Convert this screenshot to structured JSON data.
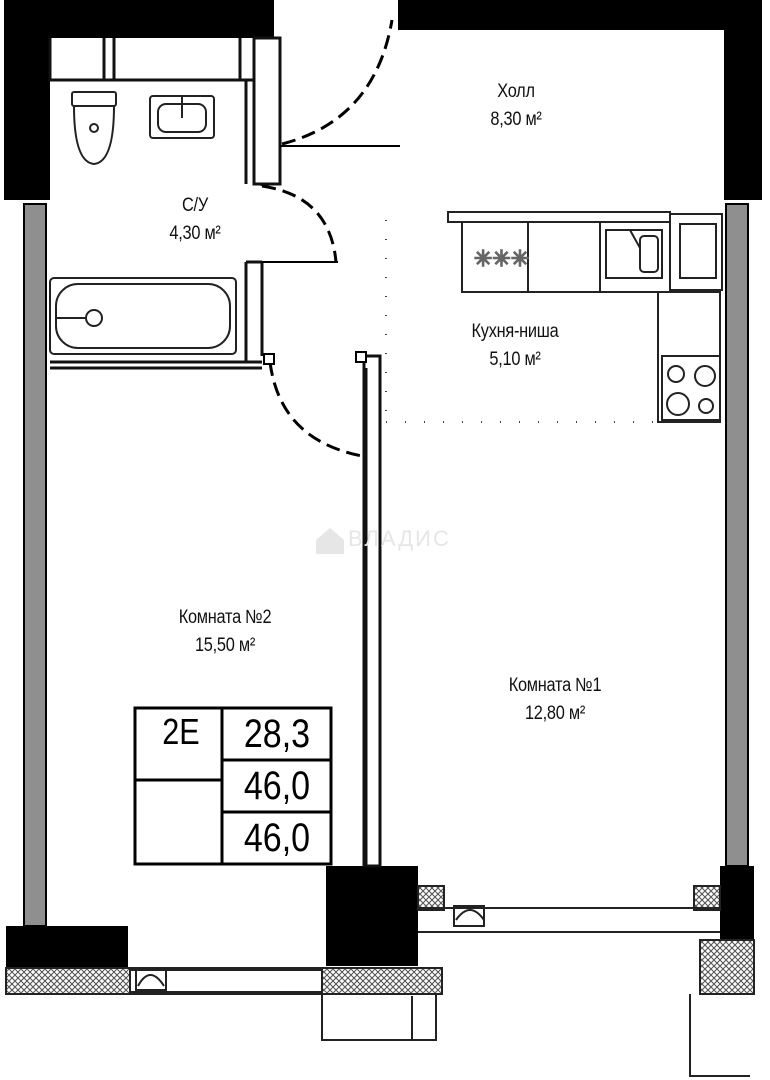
{
  "rooms": {
    "hall": {
      "name": "Холл",
      "area": "8,30 м²"
    },
    "bathroom": {
      "name": "С/У",
      "area": "4,30 м²"
    },
    "kitchen": {
      "name": "Кухня-ниша",
      "area": "5,10 м²"
    },
    "room2": {
      "name": "Комната №2",
      "area": "15,50 м²"
    },
    "room1": {
      "name": "Комната №1",
      "area": "12,80 м²"
    }
  },
  "area_table": {
    "code": "2E",
    "living_area": "28,3",
    "total_area": "46,0",
    "total_area_with_balcony": "46,0"
  },
  "watermark": {
    "text": "ВЛАДИС",
    "icon": "house-icon"
  },
  "colors": {
    "wall": "#000000",
    "outline": "#1a1a1a",
    "hatch": "#555555",
    "watermark": "#e6e6e6"
  }
}
